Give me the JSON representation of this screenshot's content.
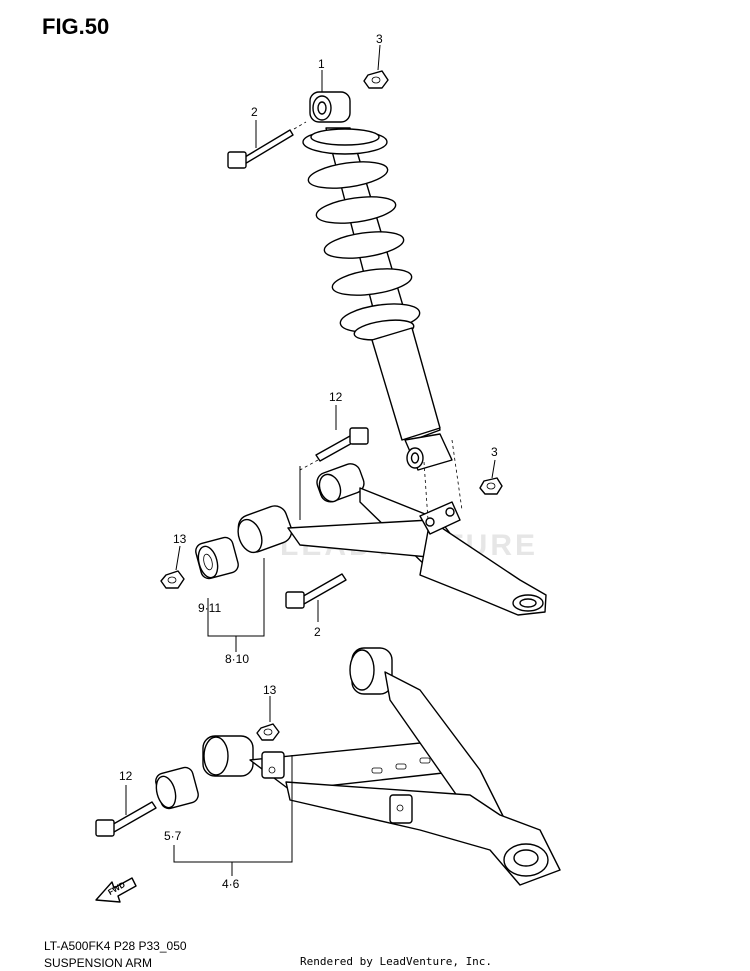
{
  "figure": {
    "title": "FIG.50",
    "code": "LT-A500FK4 P28 P33_050",
    "name": "SUSPENSION ARM",
    "credit": "Rendered by LeadVenture, Inc.",
    "watermark": "LEADVENTURE",
    "fwd_label": "FWD"
  },
  "callouts": {
    "shock_absorber": "1",
    "top_bolt": "2",
    "top_nut": "3",
    "upper_bolt": "12",
    "lower_shock_nut": "3",
    "upper_arm_nut": "13",
    "upper_bush_pair": "9·11",
    "upper_bush_group": "8·10",
    "upper_arm_bolt": "2",
    "lower_arm_nut": "13",
    "lower_arm_bolt": "12",
    "lower_bush_pair": "5·7",
    "lower_bush_group": "4·6"
  }
}
